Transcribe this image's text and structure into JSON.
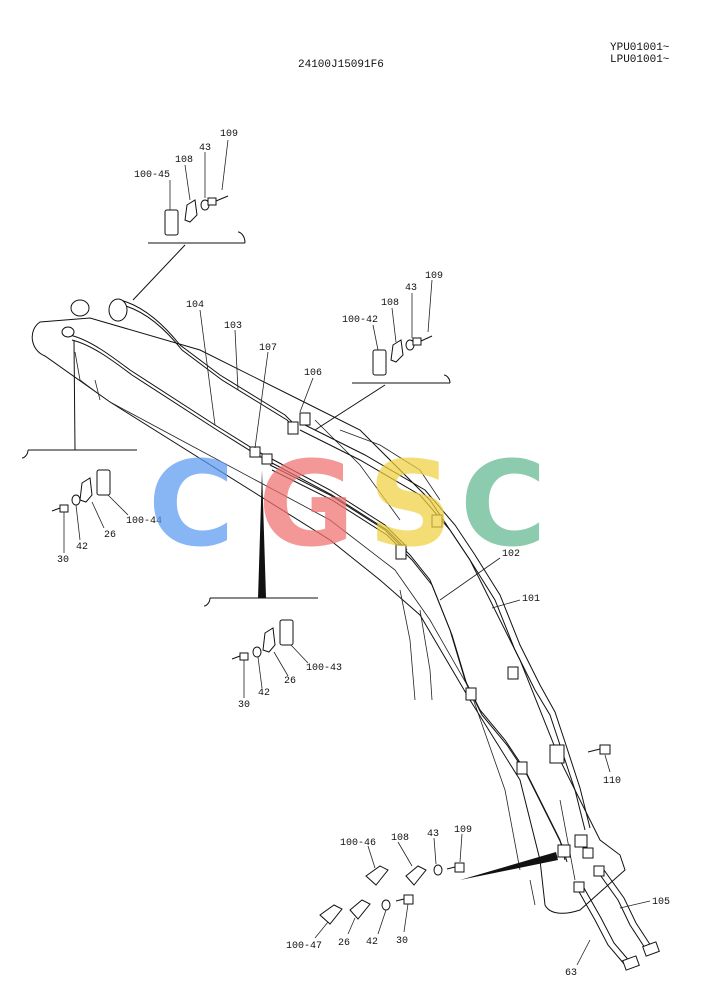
{
  "header": {
    "part_code": "24100J15091F6",
    "serial_1": "YPU01001~",
    "serial_2": "LPU01001~"
  },
  "watermark": {
    "letters": [
      "C",
      "G",
      "S",
      "C"
    ],
    "colors": [
      "#5b9bf0",
      "#f07070",
      "#f0d040",
      "#60b890"
    ]
  },
  "callouts": {
    "c100_45": "100-45",
    "c108_a": "108",
    "c43_a": "43",
    "c109_a": "109",
    "c100_42": "100-42",
    "c108_b": "108",
    "c43_b": "43",
    "c109_b": "109",
    "c104": "104",
    "c103": "103",
    "c107": "107",
    "c106": "106",
    "c100_44": "100-44",
    "c26_a": "26",
    "c42_a": "42",
    "c30_a": "30",
    "c102": "102",
    "c101": "101",
    "c100_43": "100-43",
    "c26_b": "26",
    "c42_b": "42",
    "c30_b": "30",
    "c110": "110",
    "c100_46": "100-46",
    "c108_c": "108",
    "c43_c": "43",
    "c109_c": "109",
    "c105": "105",
    "c100_47": "100-47",
    "c26_c": "26",
    "c42_c": "42",
    "c30_c": "30",
    "c63": "63"
  }
}
